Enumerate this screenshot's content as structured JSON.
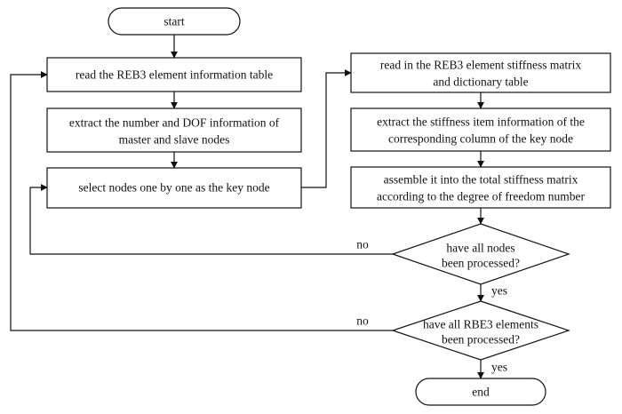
{
  "start_label": "start",
  "end_label": "end",
  "steps": {
    "read_info_table": [
      "read the REB3 element information table"
    ],
    "extract_nodes": [
      "extract the number and DOF information of",
      "master and slave nodes"
    ],
    "select_key_node": [
      "select nodes one by one as the key node"
    ],
    "read_stiffness": [
      "read in the REB3 element stiffness matrix",
      "and dictionary table"
    ],
    "extract_stiffness_item": [
      "extract the stiffness item information of the",
      "corresponding column of the key node"
    ],
    "assemble": [
      "assemble it into the total stiffness matrix",
      "according to the degree of freedom number"
    ]
  },
  "decisions": {
    "all_nodes": [
      "have all nodes",
      "been processed?"
    ],
    "all_elements": [
      "have all RBE3 elements",
      "been processed?"
    ]
  },
  "branch_labels": {
    "nodes_no": "no",
    "nodes_yes": "yes",
    "elements_no": "no",
    "elements_yes": "yes"
  }
}
